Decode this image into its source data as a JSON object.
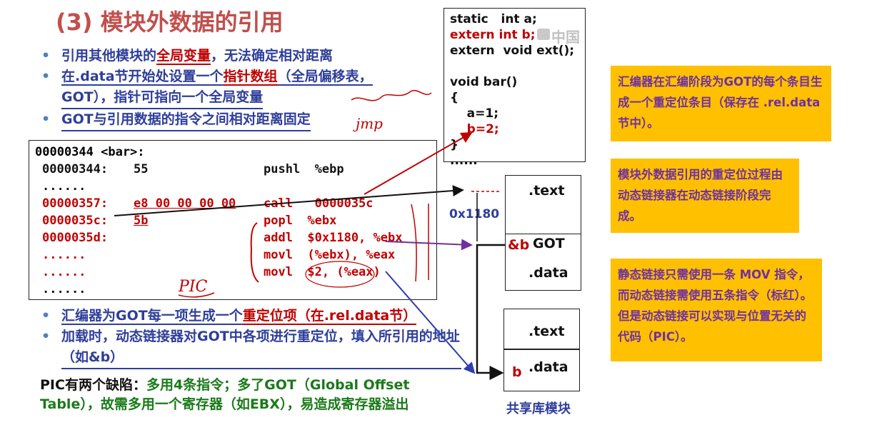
{
  "title": "(3) 模块外数据的引用",
  "bullets": [
    {
      "pre": "引用其他模块的",
      "u": "全局变量",
      "post": "，无法确定相对距离"
    },
    {
      "pre": "在.data节开始处设置一个",
      "u": "指针数组",
      "post": "（全局偏移表，"
    },
    {
      "pre": "GOT），指针可指向一个全局变量",
      "u": "",
      "post": ""
    },
    {
      "pre": "GOT与引用数据的指令之间相对距离固定",
      "u": "",
      "post": ""
    }
  ],
  "asm": {
    "header": "00000344 <bar>:",
    "rows": [
      {
        "addr": "00000344:",
        "bytes": "55",
        "instr": "pushl  %ebp",
        "red": false
      },
      {
        "addr": "......",
        "bytes": "",
        "instr": "",
        "red": false
      },
      {
        "addr": "00000357:",
        "bytes": "e8 00 00 00 00",
        "instr": "call   0000035c",
        "red": true
      },
      {
        "addr": "0000035c:",
        "bytes": "5b",
        "instr": "popl  %ebx",
        "red": true
      },
      {
        "addr": "0000035d:",
        "bytes": "",
        "instr": "addl  $0x1180, %ebx",
        "red": true
      },
      {
        "addr": "......",
        "bytes": "",
        "instr": "movl  (%ebx), %eax",
        "red": true
      },
      {
        "addr": "......",
        "bytes": "",
        "instr": "movl  $2, (%eax)",
        "red": true
      },
      {
        "addr": "......",
        "bytes": "",
        "instr": "",
        "red": false
      }
    ]
  },
  "code": {
    "lines": [
      {
        "text": "static   int a;",
        "red": false
      },
      {
        "text": "extern int b;",
        "red": true
      },
      {
        "text": "extern  void ext();",
        "red": false
      },
      {
        "text": "",
        "red": false
      },
      {
        "text": "void bar()",
        "red": false
      },
      {
        "text": "{",
        "red": false
      },
      {
        "text": "    a=1;",
        "red": false
      },
      {
        "text": "    b=2;",
        "red": true
      },
      {
        "text": "}",
        "red": false
      },
      {
        "text": "......",
        "red": false
      }
    ]
  },
  "watermark": "中国大",
  "mem": {
    "text1": ".text",
    "offset": "0x1180",
    "got": "GOT",
    "got_ref": "&b",
    "data1": ".data",
    "text2": ".text",
    "b": "b",
    "data2": ".data",
    "caption": "共享库模块"
  },
  "notes": [
    "汇编器在汇编阶段为GOT的每个条目生成一个重定位条目（保存在 .rel.data 节中）。",
    "模块外数据引用的重定位过程由动态链接器在动态链接阶段完成。",
    "静态链接只需使用一条 MOV 指令，而动态链接需使用五条指令（标红）。但是动态链接可以实现与位置无关的代码（PIC）。"
  ],
  "lower": [
    {
      "pre": "汇编器为GOT每一项生成一个",
      "u": "重定位项（在.rel.data节）",
      "post": ""
    },
    {
      "pre": "加载时，动态链接器对GOT中各项进行重定位，填入所引用的地址（如&b）",
      "u": "",
      "post": ""
    }
  ],
  "pic": {
    "lead": "PIC有两个缺陷：",
    "rest": "多用4条指令；多了GOT（Global Offset Table），故需多用一个寄存器（如EBX），易造成寄存器溢出"
  },
  "handwriting": {
    "jump": "jmp",
    "pic": "PIC"
  },
  "colors": {
    "red": "#c00000",
    "blue": "#2e3e9a",
    "yellow": "#ffc000",
    "purple": "#7030a0",
    "green": "#1a7a1a"
  }
}
